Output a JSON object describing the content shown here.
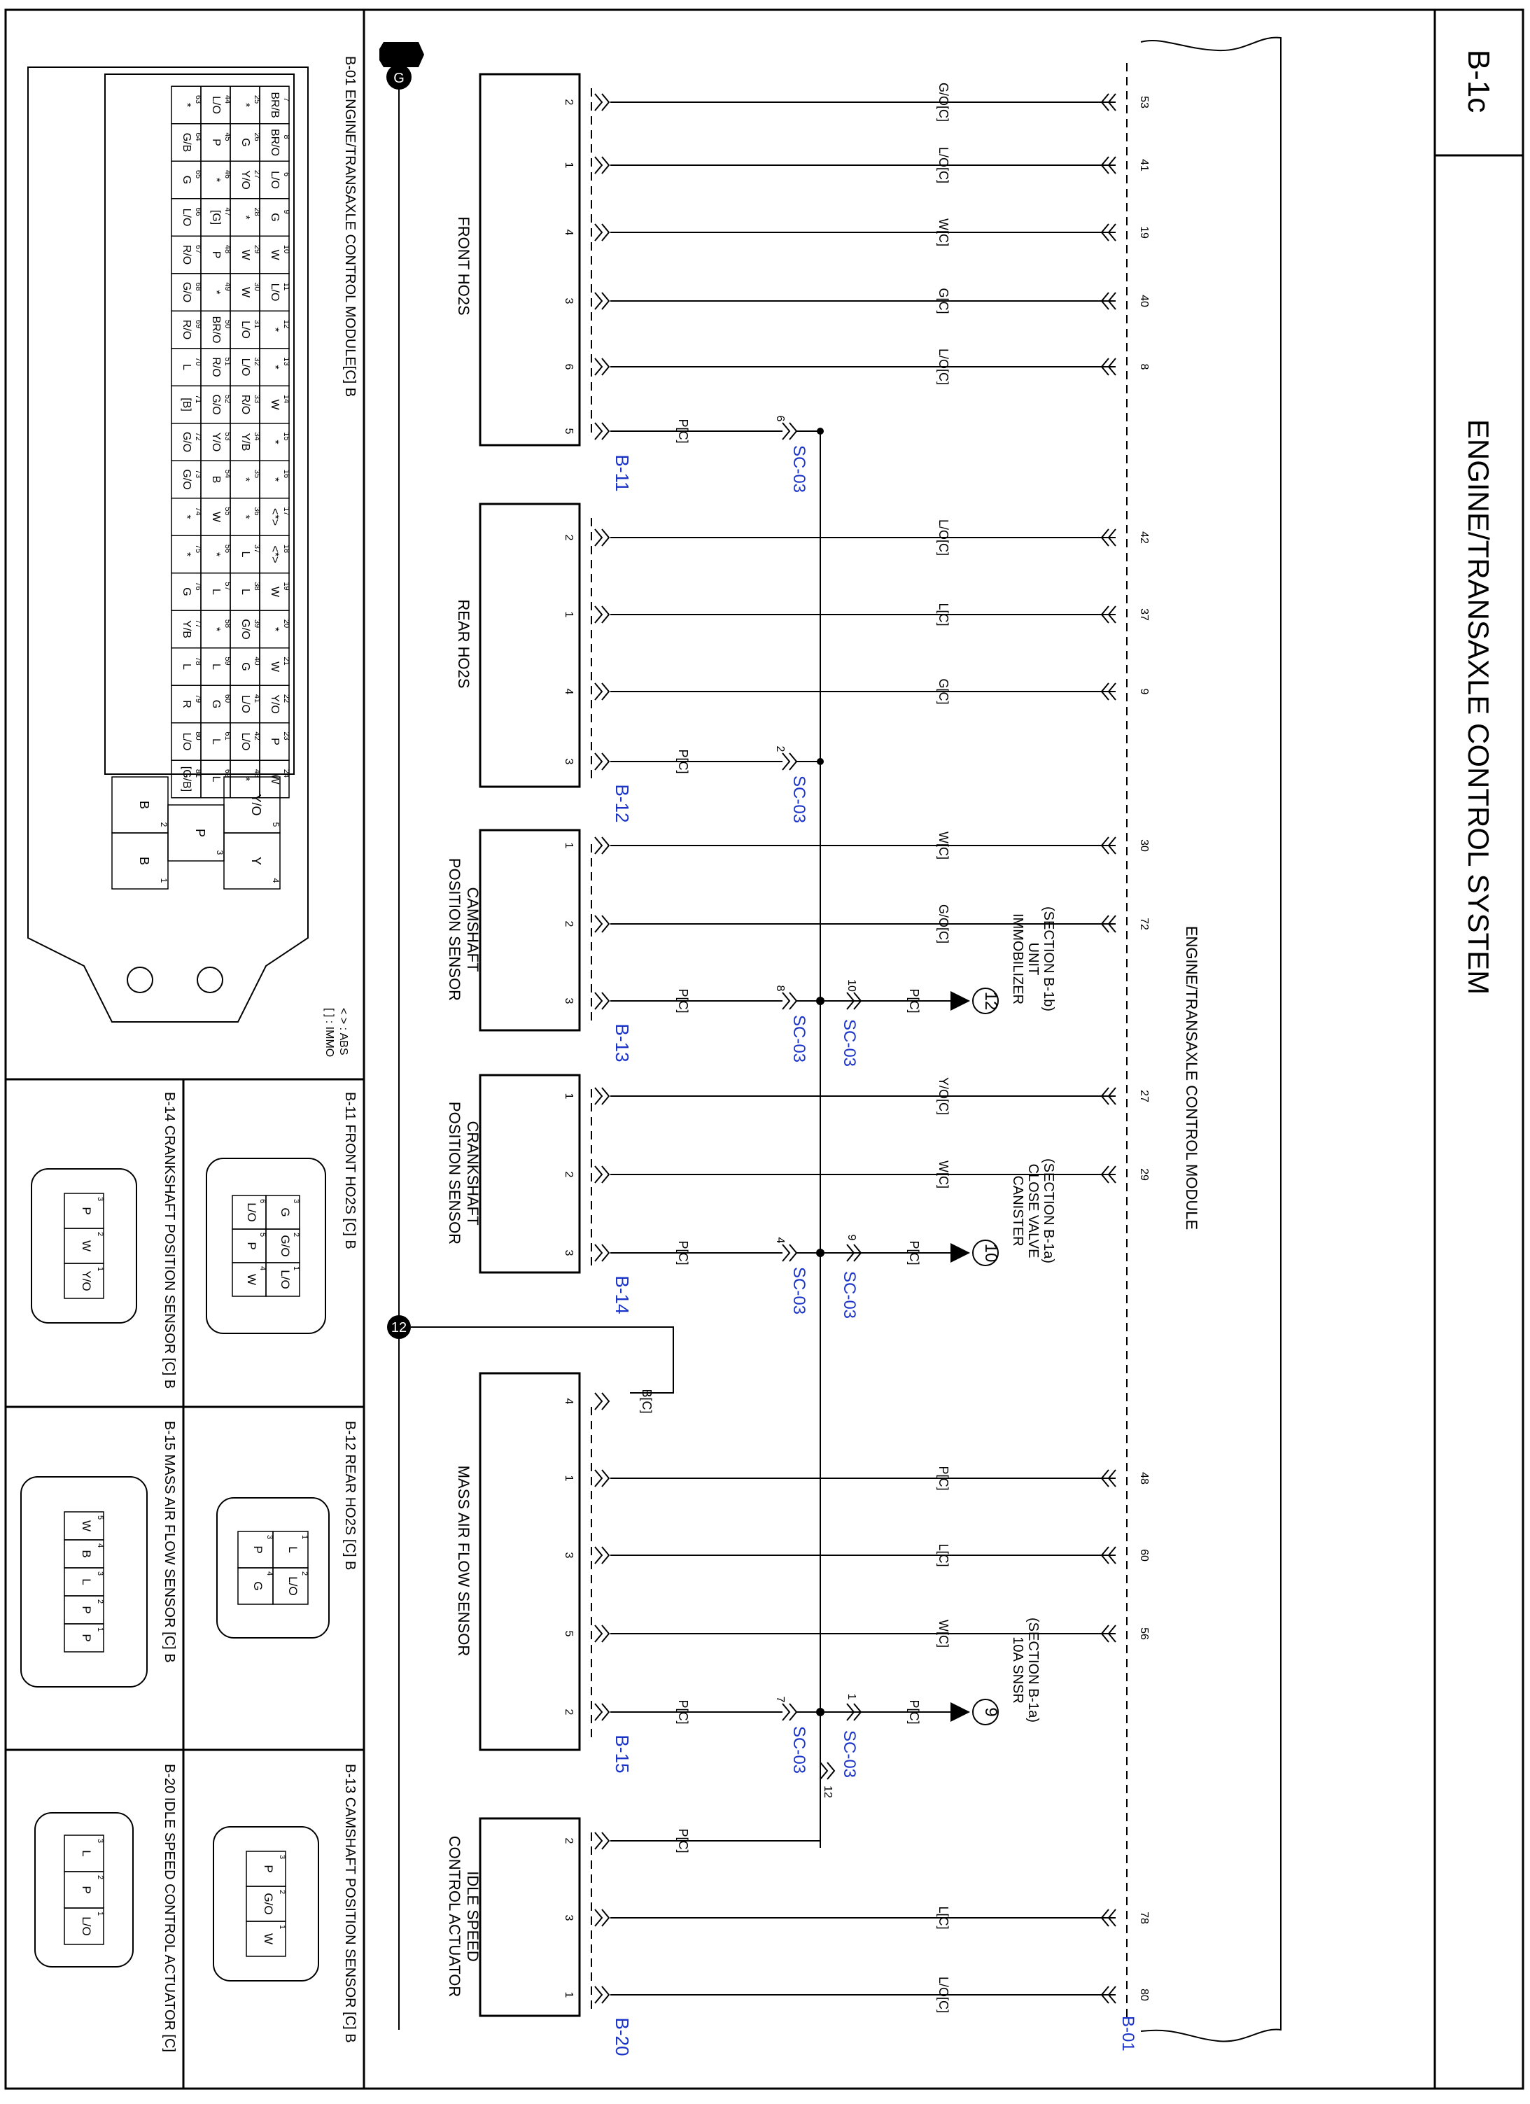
{
  "page": {
    "code": "B-1c",
    "title": "ENGINE/TRANSAXLE CONTROL SYSTEM"
  },
  "ecm": {
    "label": "ENGINE/TRANSAXLE CONTROL MODULE",
    "connector": "B-01"
  },
  "ground_code": "G",
  "splice": "SC-03",
  "components": [
    {
      "id": "front_ho2s",
      "label": "FRONT HO2S",
      "connector": "B-11",
      "pins": [
        {
          "pin": "2",
          "ecm_pin": "53",
          "color": "G/O[C]"
        },
        {
          "pin": "1",
          "ecm_pin": "41",
          "color": "L/O[C]"
        },
        {
          "pin": "4",
          "ecm_pin": "19",
          "color": "W[C]"
        },
        {
          "pin": "3",
          "ecm_pin": "40",
          "color": "G[C]"
        },
        {
          "pin": "6",
          "ecm_pin": "8",
          "color": "L/O[C]"
        },
        {
          "pin": "5",
          "splice_pin": "6",
          "color": "P[C]"
        }
      ]
    },
    {
      "id": "rear_ho2s",
      "label": "REAR HO2S",
      "connector": "B-12",
      "pins": [
        {
          "pin": "2",
          "ecm_pin": "42",
          "color": "L/O[C]"
        },
        {
          "pin": "1",
          "ecm_pin": "37",
          "color": "L[C]"
        },
        {
          "pin": "4",
          "ecm_pin": "9",
          "color": "G[C]"
        },
        {
          "pin": "3",
          "splice_pin": "2",
          "color": "P[C]"
        }
      ]
    },
    {
      "id": "cmp",
      "label_lines": [
        "CAMSHAFT",
        "POSITION SENSOR"
      ],
      "connector": "B-13",
      "pins": [
        {
          "pin": "1",
          "ecm_pin": "30",
          "color": "W[C]"
        },
        {
          "pin": "2",
          "ecm_pin": "72",
          "color": "G/O[C]"
        },
        {
          "pin": "3",
          "splice_pin": "8",
          "color": "P[C]"
        }
      ]
    },
    {
      "id": "ckp",
      "label_lines": [
        "CRANKSHAFT",
        "POSITION SENSOR"
      ],
      "connector": "B-14",
      "pins": [
        {
          "pin": "1",
          "ecm_pin": "27",
          "color": "Y/O[C]"
        },
        {
          "pin": "2",
          "ecm_pin": "29",
          "color": "W[C]"
        },
        {
          "pin": "3",
          "splice_pin": "4",
          "color": "P[C]"
        }
      ]
    },
    {
      "id": "maf",
      "label": "MASS AIR FLOW SENSOR",
      "connector": "B-15",
      "pins": [
        {
          "pin": "4",
          "color": "B[C]"
        },
        {
          "pin": "1",
          "ecm_pin": "48",
          "color": "P[C]"
        },
        {
          "pin": "3",
          "ecm_pin": "60",
          "color": "L[C]"
        },
        {
          "pin": "5",
          "ecm_pin": "56",
          "color": "W[C]"
        },
        {
          "pin": "2",
          "splice_pin": "7",
          "color": "P[C]"
        }
      ]
    },
    {
      "id": "iac",
      "label_lines": [
        "IDLE SPEED",
        "CONTROL ACTUATOR"
      ],
      "connector": "B-20",
      "pins": [
        {
          "pin": "2",
          "color": "P[C]"
        },
        {
          "pin": "3",
          "ecm_pin": "78",
          "color": "L[C]"
        },
        {
          "pin": "1",
          "ecm_pin": "80",
          "color": "L/O[C]"
        }
      ]
    }
  ],
  "refs": [
    {
      "num": "12",
      "lines": [
        "IMMOBILIZER",
        "UNIT",
        "(SECTION B-1b)"
      ],
      "splice_pin": "10",
      "color": "P[C]"
    },
    {
      "num": "10",
      "lines": [
        "CANISTER",
        "CLOSE VALVE",
        "(SECTION B-1a)"
      ],
      "splice_pin": "9",
      "color": "P[C]"
    },
    {
      "num": "9",
      "lines": [
        "10A SNSR",
        "(SECTION B-1a)"
      ],
      "splice_pin": "1",
      "color": "P[C]"
    }
  ],
  "splice_extra_pin": "12",
  "ground_node": "12",
  "legend": {
    "abs": "< > : ABS",
    "immo": "[ ] : IMMO"
  },
  "connector_views": {
    "b01_title": "B-01 ENGINE/TRANSAXLE CONTROL MODULE[C] B",
    "b11_title": "B-11 FRONT HO2S [C] B",
    "b12_title": "B-12 REAR HO2S [C] B",
    "b13_title": "B-13 CAMSHAFT POSITION SENSOR [C] B",
    "b14_title": "B-14 CRANKSHAFT POSITION SENSOR [C] B",
    "b15_title": "B-15 MASS AIR FLOW SENSOR [C] B",
    "b20_title": "B-20 IDLE SPEED CONTROL ACTUATOR [C]",
    "b11_pins": [
      [
        "3",
        "2",
        "1"
      ],
      [
        "G",
        "G/O",
        "L/O"
      ],
      [
        "6",
        "5",
        "4"
      ],
      [
        "L/O",
        "P",
        "W"
      ]
    ],
    "b12_pins": [
      [
        "1",
        "2"
      ],
      [
        "L",
        "L/O"
      ],
      [
        "3",
        "4"
      ],
      [
        "P",
        "G"
      ]
    ],
    "b13_pins": [
      [
        "3",
        "2",
        "1"
      ],
      [
        "P",
        "G/O",
        "W"
      ]
    ],
    "b14_pins": [
      [
        "3",
        "2",
        "1"
      ],
      [
        "P",
        "W",
        "Y/O"
      ]
    ],
    "b15_pins": [
      [
        "5",
        "4",
        "3",
        "2",
        "1"
      ],
      [
        "W",
        "B",
        "L",
        "P",
        "P"
      ]
    ],
    "b20_pins": [
      [
        "3",
        "2",
        "1"
      ],
      [
        "L",
        "P",
        "L/O"
      ]
    ],
    "b01_big": [
      [
        "5",
        "Y/O"
      ],
      [
        "4",
        "Y"
      ],
      [
        "3",
        "P"
      ],
      [
        "2",
        "B"
      ],
      [
        "1",
        "B"
      ]
    ],
    "b01_grid": [
      [
        [
          "7",
          "BR/B"
        ],
        [
          "8",
          "BR/O"
        ],
        [
          "6",
          "L/O"
        ],
        [
          "9",
          "G"
        ],
        [
          "10",
          "W"
        ],
        [
          "11",
          "L/O"
        ],
        [
          "12",
          "*"
        ],
        [
          "13",
          "*"
        ],
        [
          "14",
          "W"
        ],
        [
          "15",
          "*"
        ],
        [
          "16",
          "*"
        ],
        [
          "17",
          "<*>"
        ],
        [
          "18",
          "<*>"
        ],
        [
          "19",
          "W"
        ],
        [
          "20",
          "*"
        ],
        [
          "21",
          "W"
        ],
        [
          "22",
          "Y/O"
        ],
        [
          "23",
          "P"
        ],
        [
          "24",
          "W"
        ]
      ],
      [
        [
          "25",
          "*"
        ],
        [
          "26",
          "G"
        ],
        [
          "27",
          "Y/O"
        ],
        [
          "28",
          "*"
        ],
        [
          "29",
          "W"
        ],
        [
          "30",
          "W"
        ],
        [
          "31",
          "L/O"
        ],
        [
          "32",
          "L/O"
        ],
        [
          "33",
          "R/O"
        ],
        [
          "34",
          "Y/B"
        ],
        [
          "35",
          "*"
        ],
        [
          "36",
          "*"
        ],
        [
          "37",
          "L"
        ],
        [
          "38",
          "L"
        ],
        [
          "39",
          "G/O"
        ],
        [
          "40",
          "G"
        ],
        [
          "41",
          "L/O"
        ],
        [
          "42",
          "L/O"
        ],
        [
          "43",
          "*"
        ]
      ],
      [
        [
          "44",
          "L/O"
        ],
        [
          "45",
          "P"
        ],
        [
          "46",
          "*"
        ],
        [
          "47",
          "[G]"
        ],
        [
          "48",
          "P"
        ],
        [
          "49",
          "*"
        ],
        [
          "50",
          "BR/O"
        ],
        [
          "51",
          "R/O"
        ],
        [
          "52",
          "G/O"
        ],
        [
          "53",
          "Y/O"
        ],
        [
          "54",
          "B"
        ],
        [
          "55",
          "W"
        ],
        [
          "56",
          "*"
        ],
        [
          "57",
          "L"
        ],
        [
          "58",
          "*"
        ],
        [
          "59",
          "L"
        ],
        [
          "60",
          "G"
        ],
        [
          "61",
          "L"
        ],
        [
          "62",
          "L"
        ]
      ],
      [
        [
          "63",
          "*"
        ],
        [
          "64",
          "G/B"
        ],
        [
          "65",
          "G"
        ],
        [
          "66",
          "L/O"
        ],
        [
          "67",
          "R/O"
        ],
        [
          "68",
          "G/O"
        ],
        [
          "69",
          "R/O"
        ],
        [
          "70",
          "L"
        ],
        [
          "71",
          "[B]"
        ],
        [
          "72",
          "G/O"
        ],
        [
          "73",
          "G/O"
        ],
        [
          "74",
          "*"
        ],
        [
          "75",
          "*"
        ],
        [
          "76",
          "G"
        ],
        [
          "77",
          "Y/B"
        ],
        [
          "78",
          "L"
        ],
        [
          "79",
          "R"
        ],
        [
          "80",
          "L/O"
        ],
        [
          "81",
          "[G/B]"
        ]
      ]
    ]
  }
}
